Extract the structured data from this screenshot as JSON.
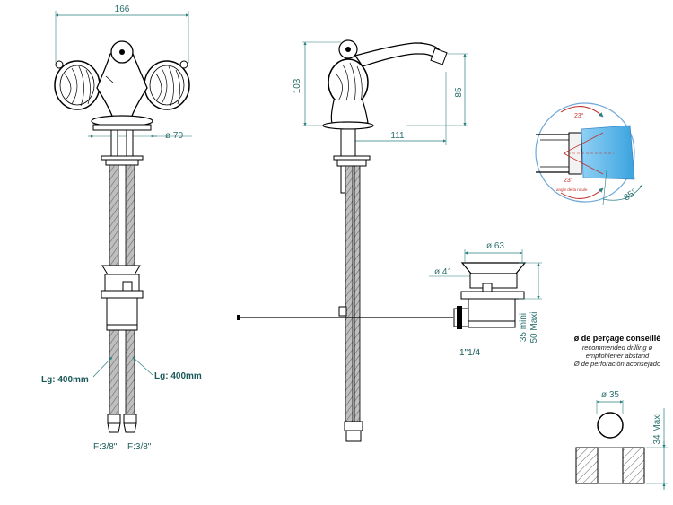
{
  "front_view": {
    "width_dim": "166",
    "diameter_dim": "ø 70",
    "hose_left_length": "Lg: 400mm",
    "hose_right_length": "Lg: 400mm",
    "connection_left": "F:3/8\"",
    "connection_right": "F:3/8\""
  },
  "side_view": {
    "height_dim": "103",
    "spout_height_dim": "85",
    "reach_dim": "111"
  },
  "waste": {
    "outer_diameter": "ø 63",
    "inner_diameter": "ø 41",
    "thread_size": "1\"1/4",
    "thickness_min": "35 mini",
    "thickness_max": "50 Maxi"
  },
  "detail": {
    "angle_top": "23°",
    "angle_bottom": "23°",
    "angle_side": "85°",
    "caption": "angle de la rotule"
  },
  "drilling": {
    "title": "ø de perçage conseillé",
    "lines": [
      "recommended drilling ø",
      "empfohlener abstand",
      "Ø de perforación aconsejado"
    ],
    "hole_diameter": "ø 35",
    "max_thickness": "34 Maxi"
  },
  "colors": {
    "dimension": "#2a7f7f",
    "outline": "#000000",
    "detail_accent": "#c0302b",
    "water": "#57b4e6"
  }
}
